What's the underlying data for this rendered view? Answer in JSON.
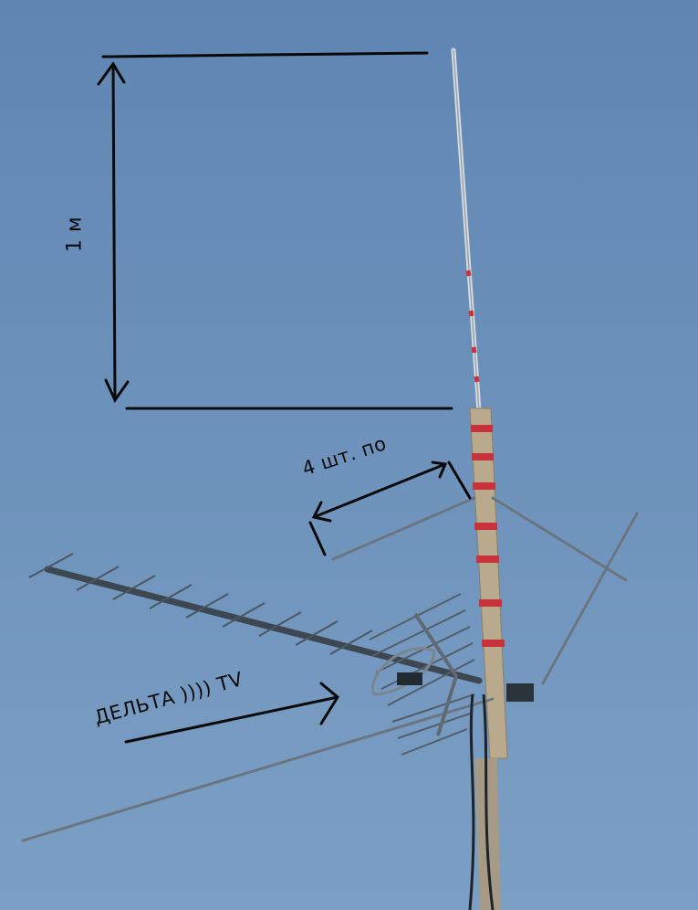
{
  "photo": {
    "sky_color_top": "#5f86b3",
    "sky_color_bottom": "#7c9fc4",
    "mast_color": "#b9aa8e",
    "tape_color": "#c8323a",
    "annotation_color": "#0a0a0a"
  },
  "annotations": {
    "height_label": "1 м",
    "radials_label": "4 шт. по",
    "tv_label": "ДЕЛЬТА )))) TV"
  }
}
